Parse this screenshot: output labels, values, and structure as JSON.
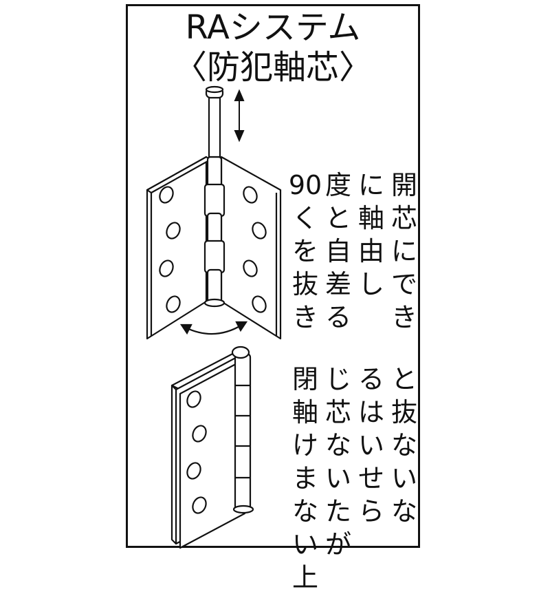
{
  "title": {
    "line1": "RAシステム",
    "line2": "〈防犯軸芯〉"
  },
  "text_block_1": {
    "columns": [
      "開芯にでき",
      "に軸由し",
      "度と自差る",
      "90くを抜き"
    ]
  },
  "text_block_2": {
    "columns": [
      "と抜ないな",
      "るはいせら",
      "じ芯ないたが",
      "閉軸けまない上"
    ]
  },
  "colors": {
    "ink": "#111111",
    "background": "#ffffff"
  },
  "icons": {
    "vertical_arrow": "double-arrow-vertical",
    "rotation_arrow": "curved-double-arrow"
  }
}
